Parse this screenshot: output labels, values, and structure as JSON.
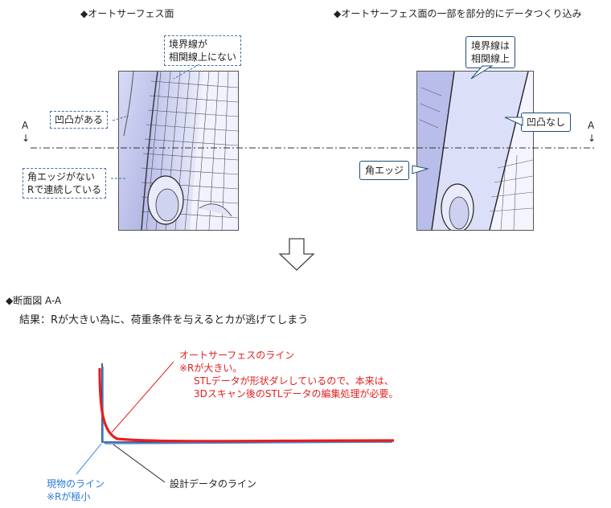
{
  "headings": {
    "left": "◆オートサーフェス面",
    "right": "◆オートサーフェス面の一部を部分的にデータつくり込み",
    "section": "◆断面図 A-A"
  },
  "result_text": "結果：Rが大きい為に、荷重条件を与えるとカが逃げてしまう",
  "section_marks": {
    "left": "A",
    "right": "A",
    "arrow": "↓"
  },
  "left_callouts": {
    "boundary": [
      "境界線が",
      "相関線上にない"
    ],
    "bump": "凹凸がある",
    "edge": [
      "角エッジがない",
      "Rで連続している"
    ]
  },
  "right_callouts": {
    "boundary": [
      "境界線は",
      "相関線上"
    ],
    "no_bump": "凹凸なし",
    "edge": "角エッジ"
  },
  "cross_section": {
    "red_label": [
      "オートサーフェスのライン",
      "※Rが大きい。",
      "STLデータが形状ダレしているので、本来は、",
      "3Dスキャン後のSTLデータの編集処理が必要。"
    ],
    "blue_label": [
      "現物のライン",
      "※Rが極小"
    ],
    "dark_label": "設計データのライン",
    "colors": {
      "auto_surface": "#e81e1e",
      "actual": "#3a8fe0",
      "design": "#2b2f6b"
    }
  }
}
